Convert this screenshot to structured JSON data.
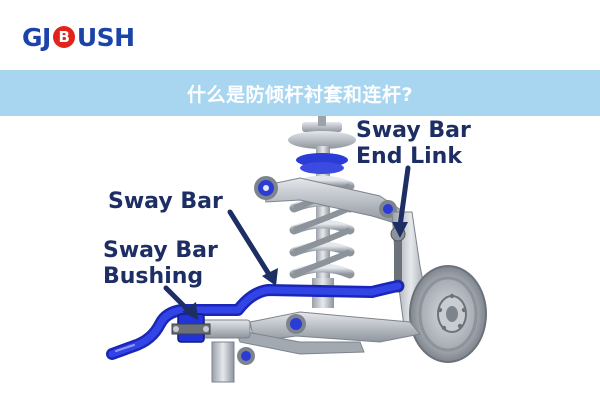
{
  "brand": {
    "prefix": "GJ",
    "middle": "B",
    "suffix": "USH",
    "colors": {
      "blue": "#1a44a8",
      "red": "#e2231a"
    }
  },
  "banner": {
    "title": "什么是防倾杆衬套和连杆?",
    "background": "#a8d6f1"
  },
  "labels": {
    "end_link_line1": "Sway Bar",
    "end_link_line2": "End Link",
    "sway_bar": "Sway Bar",
    "bushing_line1": "Sway Bar",
    "bushing_line2": "Bushing"
  },
  "colors": {
    "label_text": "#1c2e63",
    "sway_bar": "#2233d8",
    "metal": "#b9bec5"
  }
}
